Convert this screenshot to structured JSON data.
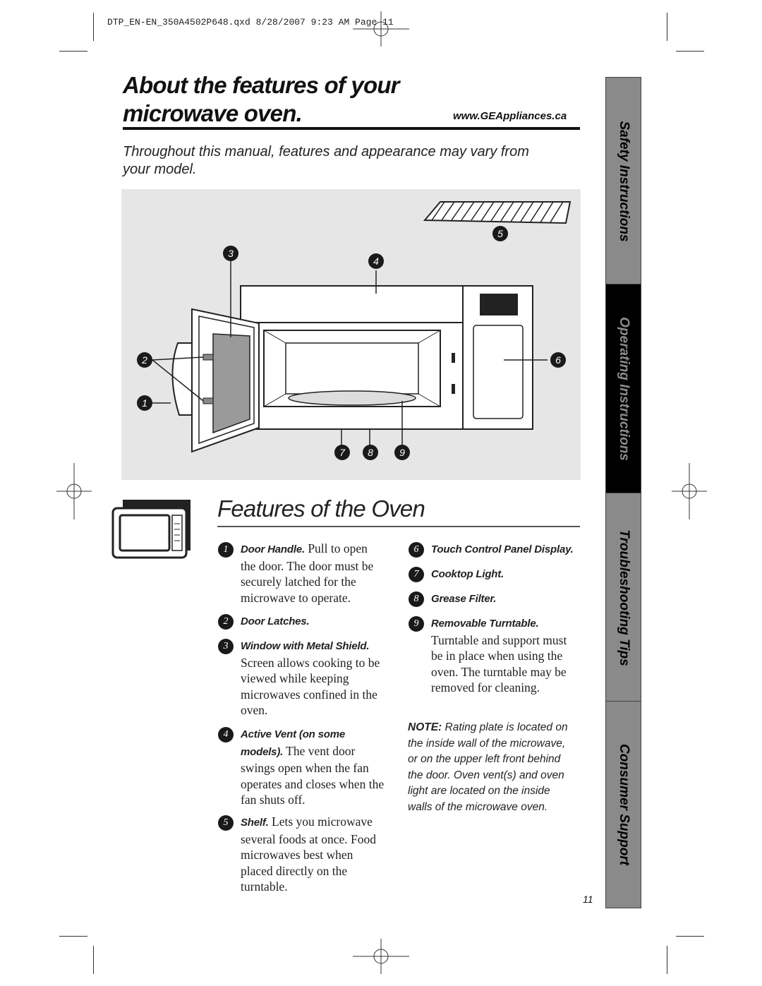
{
  "header": {
    "file_info": "DTP_EN-EN_350A4502P648.qxd  8/28/2007  9:23 AM  Page 11"
  },
  "title": {
    "line1": "About the features of your",
    "line2": "microwave oven.",
    "url": "www.GEAppliances.ca"
  },
  "intro": "Throughout this manual, features and appearance may vary from your model.",
  "diagram": {
    "callouts": [
      "1",
      "2",
      "3",
      "4",
      "5",
      "6",
      "7",
      "8",
      "9"
    ]
  },
  "section": {
    "title": "Features of the Oven",
    "icon": "microwave-icon"
  },
  "features_left": [
    {
      "num": "1",
      "title": "Door Handle.",
      "text": " Pull to open the door. The door must be securely latched for the microwave to operate."
    },
    {
      "num": "2",
      "title": "Door Latches.",
      "text": ""
    },
    {
      "num": "3",
      "title": "Window with Metal Shield.",
      "text": " Screen allows cooking to be viewed while keeping microwaves confined in the oven."
    },
    {
      "num": "4",
      "title": "Active Vent (on some models).",
      "text": " The vent door swings open when the fan operates and closes when the fan shuts off."
    },
    {
      "num": "5",
      "title": "Shelf.",
      "text": " Lets you microwave several foods at once. Food microwaves best when placed directly on the turntable."
    }
  ],
  "features_right": [
    {
      "num": "6",
      "title": "Touch Control Panel Display.",
      "text": ""
    },
    {
      "num": "7",
      "title": "Cooktop Light.",
      "text": ""
    },
    {
      "num": "8",
      "title": "Grease Filter.",
      "text": ""
    },
    {
      "num": "9",
      "title": "Removable Turntable.",
      "text": " Turntable and support must be in place when using the oven. The turntable may be removed for cleaning."
    }
  ],
  "note": {
    "label": "NOTE:",
    "text": " Rating plate is located on the inside wall of the microwave, or on the upper left front behind the door. Oven vent(s) and oven light are located on the inside walls of the microwave oven."
  },
  "sidebar": {
    "tabs": [
      "Safety Instructions",
      "Operating Instructions",
      "Troubleshooting Tips",
      "Consumer Support"
    ],
    "tab_colors": [
      "#8a8a8a",
      "#000000",
      "#8a8a8a",
      "#8a8a8a"
    ],
    "text_colors": [
      "#000000",
      "#8c8c8c",
      "#000000",
      "#000000"
    ]
  },
  "page_number": "11"
}
